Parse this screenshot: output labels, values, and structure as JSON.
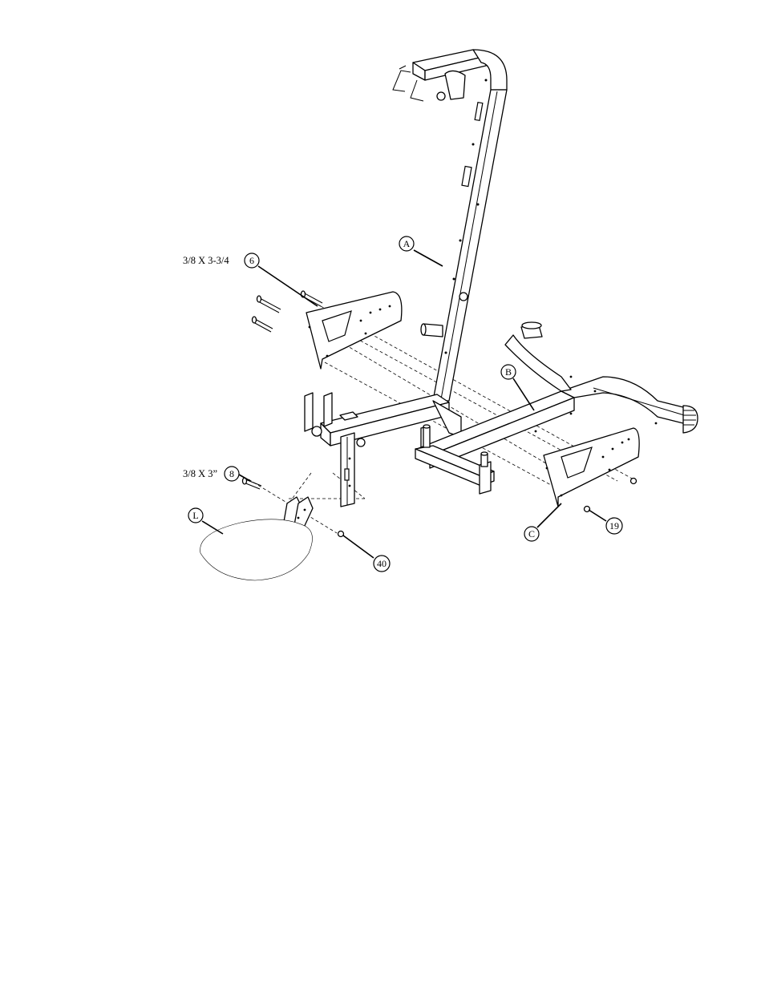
{
  "callouts": {
    "A": "A",
    "B": "B",
    "C": "C",
    "L": "L",
    "part_6": "6",
    "part_8": "8",
    "part_19": "19",
    "part_40": "40"
  },
  "specs": {
    "bolt_6": "3/8 X 3-3/4",
    "bolt_8": "3/8 X 3”"
  }
}
